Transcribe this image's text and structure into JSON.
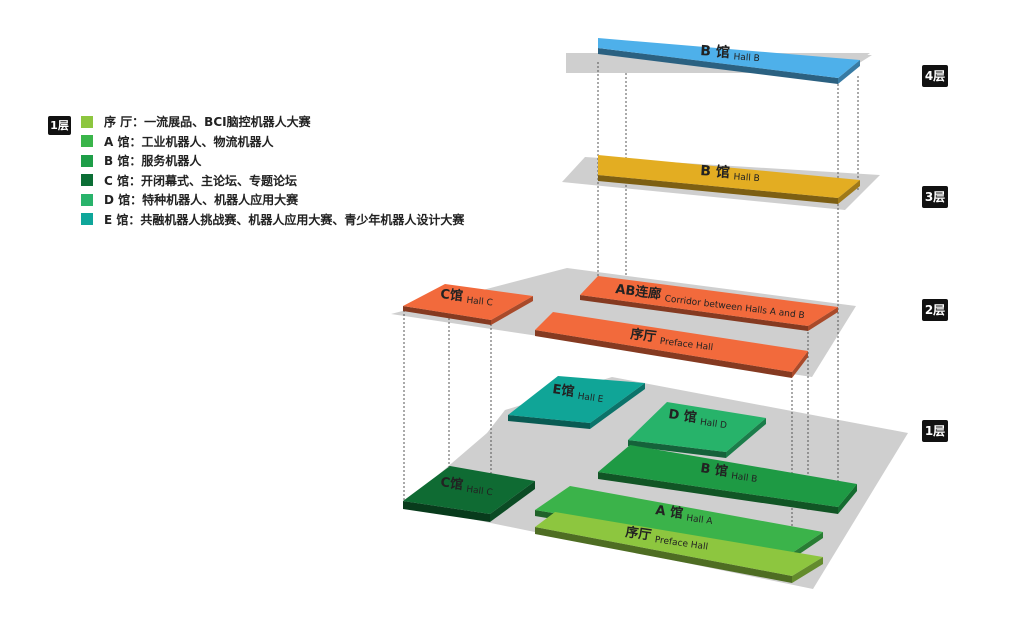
{
  "legend": {
    "floor": "1层",
    "items": [
      {
        "text": "序 厅：一流展品、BCI脑控机器人大赛",
        "color": "#8dc63f"
      },
      {
        "text": "A 馆：工业机器人、物流机器人",
        "color": "#3ab54a"
      },
      {
        "text": "B 馆：服务机器人",
        "color": "#1e9e48"
      },
      {
        "text": "C 馆：开闭幕式、主论坛、专题论坛",
        "color": "#0b6e35"
      },
      {
        "text": "D 馆：特种机器人、机器人应用大赛",
        "color": "#29b36b"
      },
      {
        "text": "E 馆：共融机器人挑战赛、机器人应用大赛、青少年机器人设计大赛",
        "color": "#0fa69a"
      }
    ]
  },
  "floors": {
    "f4": "4层",
    "f3": "3层",
    "f2": "2层",
    "f1": "1层"
  },
  "halls": {
    "f4_b": {
      "cn": "B 馆",
      "en": "Hall B",
      "color": "#4eb0ea"
    },
    "f3_b": {
      "cn": "B 馆",
      "en": "Hall B",
      "color": "#e3ad22"
    },
    "f2_c": {
      "cn": "C馆",
      "en": "Hall C",
      "color": "#f26a3c"
    },
    "f2_ab": {
      "cn": "AB连廊",
      "en": "Corridor between Halls A and B",
      "color": "#f26a3c"
    },
    "f2_preface": {
      "cn": "序厅",
      "en": "Preface Hall",
      "color": "#f26a3c"
    },
    "f1_e": {
      "cn": "E馆",
      "en": "Hall E",
      "color": "#10a597"
    },
    "f1_d": {
      "cn": "D 馆",
      "en": "Hall D",
      "color": "#27b36a"
    },
    "f1_b": {
      "cn": "B 馆",
      "en": "Hall B",
      "color": "#1e9a44"
    },
    "f1_c": {
      "cn": "C馆",
      "en": "Hall C",
      "color": "#0f6b33"
    },
    "f1_a": {
      "cn": "A 馆",
      "en": "Hall A",
      "color": "#3bb34a"
    },
    "f1_preface": {
      "cn": "序厅",
      "en": "Preface Hall",
      "color": "#8dc63f"
    }
  }
}
